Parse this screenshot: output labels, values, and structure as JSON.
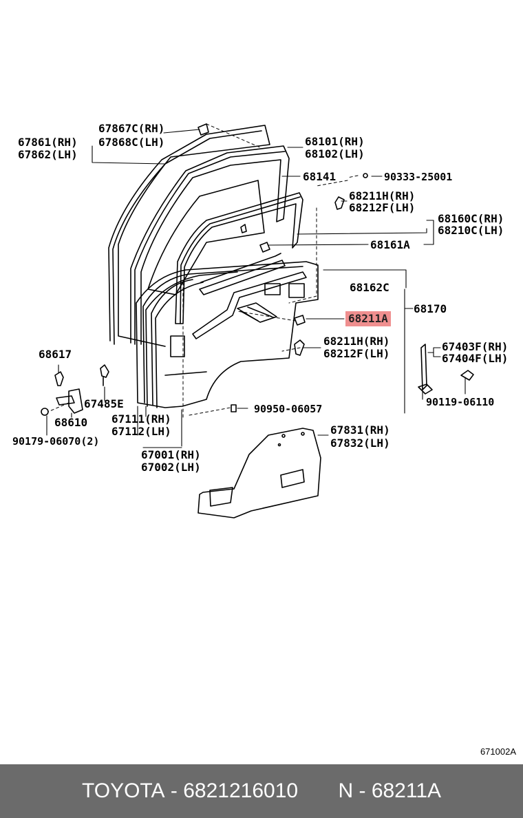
{
  "labels": {
    "l67867C": "67867C(RH)",
    "l67868C": "67868C(LH)",
    "l67861": "67861(RH)",
    "l67862": "67862(LH)",
    "l68101": "68101(RH)",
    "l68102": "68102(LH)",
    "l68141": "68141",
    "l90333": "90333-25001",
    "l68211H_a": "68211H(RH)",
    "l68212F_a": "68212F(LH)",
    "l68160C": "68160C(RH)",
    "l68210C": "68210C(LH)",
    "l68161A": "68161A",
    "l68162C": "68162C",
    "l68170": "68170",
    "l68211A": "68211A",
    "l68211H_b": "68211H(RH)",
    "l68212F_b": "68212F(LH)",
    "l67403F": "67403F(RH)",
    "l67404F": "67404F(LH)",
    "l90119": "90119-06110",
    "l68617": "68617",
    "l67485E": "67485E",
    "l68610": "68610",
    "l90179": "90179-06070(2)",
    "l67111": "67111(RH)",
    "l67112": "67112(LH)",
    "l90950": "90950-06057",
    "l67831": "67831(RH)",
    "l67832": "67832(LH)",
    "l67001": "67001(RH)",
    "l67002": "67002(LH)"
  },
  "ref_code": "671002A",
  "footer": {
    "brand": "TOYOTA",
    "part_number": "6821216010",
    "ref_prefix": "N",
    "ref": "68211A",
    "separator": "-"
  },
  "colors": {
    "highlight": "#ef8f8f",
    "footer_bg": "#6b6b6b"
  }
}
